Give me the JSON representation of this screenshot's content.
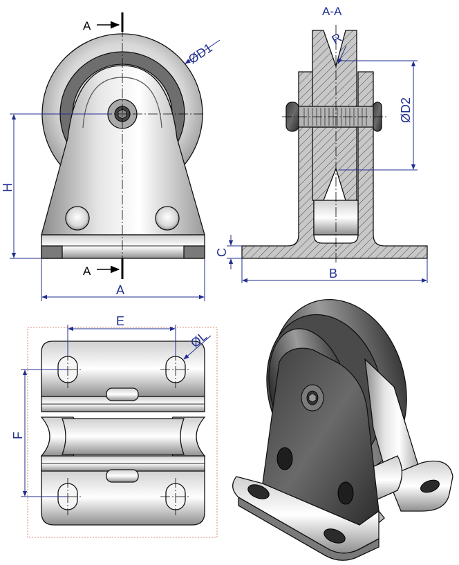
{
  "section_title": "A-A",
  "front_view": {
    "section_marker_top": "A",
    "section_marker_bottom": "A",
    "dim_d1": "ØD1",
    "dim_h": "H",
    "dim_a": "A"
  },
  "section_view": {
    "dim_r": "R",
    "dim_d2": "ØD2",
    "dim_c": "C",
    "dim_b": "B"
  },
  "top_view": {
    "dim_e": "E",
    "dim_l": "ØL",
    "dim_f": "F"
  },
  "colors": {
    "dimension": "#1f2d8f",
    "metal_light": "#f2f2f2",
    "metal_dark": "#5a5a5a",
    "section_fill": "#c8c8c8"
  }
}
